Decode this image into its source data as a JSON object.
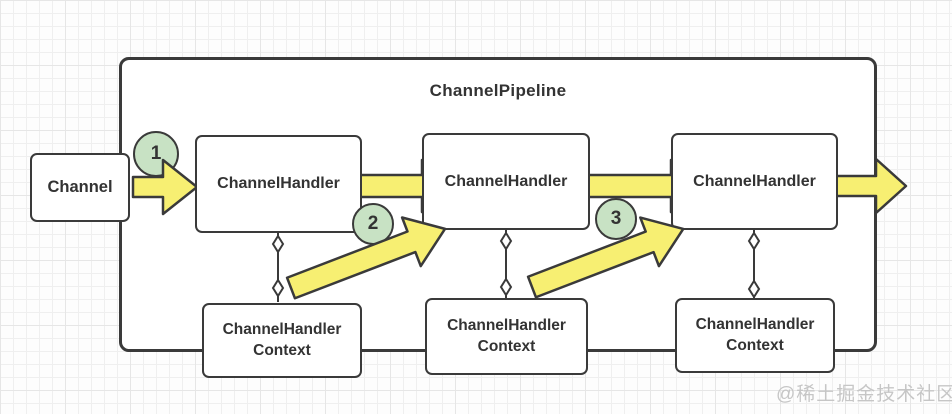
{
  "diagram": {
    "title": "ChannelPipeline",
    "channel": {
      "label": "Channel"
    },
    "handlers": [
      {
        "label": "ChannelHandler"
      },
      {
        "label": "ChannelHandler"
      },
      {
        "label": "ChannelHandler"
      }
    ],
    "contexts": [
      {
        "line1": "ChannelHandler",
        "line2": "Context"
      },
      {
        "line1": "ChannelHandler",
        "line2": "Context"
      },
      {
        "line1": "ChannelHandler",
        "line2": "Context"
      }
    ],
    "steps": [
      {
        "number": "1"
      },
      {
        "number": "2"
      },
      {
        "number": "3"
      }
    ],
    "watermark": "@稀土掘金技术社区",
    "colors": {
      "arrow_fill": "#f7ef72",
      "arrow_stroke": "#3a3a3a",
      "step_fill": "#c8e2c4",
      "box_border": "#3a3a3a",
      "text": "#333333",
      "watermark": "#c6c6c6"
    }
  }
}
